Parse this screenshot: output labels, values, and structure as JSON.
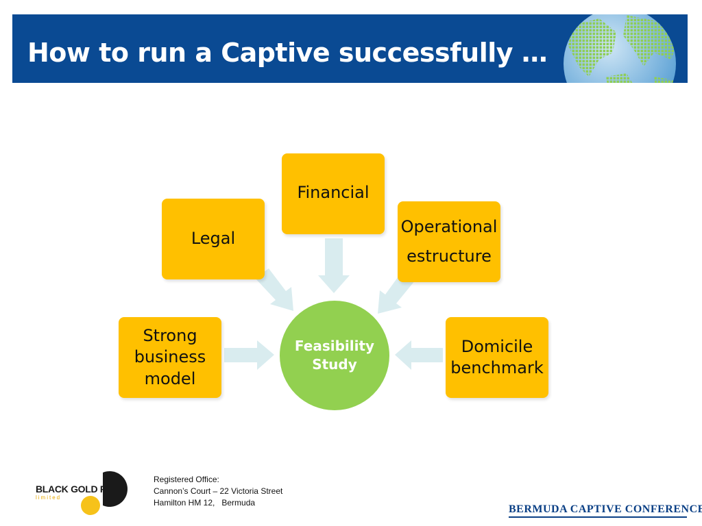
{
  "slide": {
    "title": "How to run a Captive successfully …"
  },
  "diagram": {
    "center": {
      "line1": "Feasibility",
      "line2": "Study"
    },
    "nodes": {
      "financial": {
        "line1": "Financial"
      },
      "legal": {
        "line1": "Legal"
      },
      "operational": {
        "line1": "Operational",
        "line2": "estructure"
      },
      "strong_business": {
        "line1": "Strong",
        "line2": "business",
        "line3": "model"
      },
      "domicile": {
        "line1": "Domicile",
        "line2": "benchmark"
      }
    },
    "colors": {
      "node": "#ffc000",
      "center": "#92d050",
      "arrow": "#d9ecef",
      "header": "#0a4a93"
    }
  },
  "footer": {
    "company_logo": "BLACK GOLD RE",
    "company_sub": "limited",
    "address_line1": "Registered Office:",
    "address_line2": "Cannon’s Court – 22 Victoria Street",
    "address_line3": "Hamilton HM 12,   Bermuda",
    "conference": "BERMUDA CAPTIVE CONFERENCE"
  }
}
